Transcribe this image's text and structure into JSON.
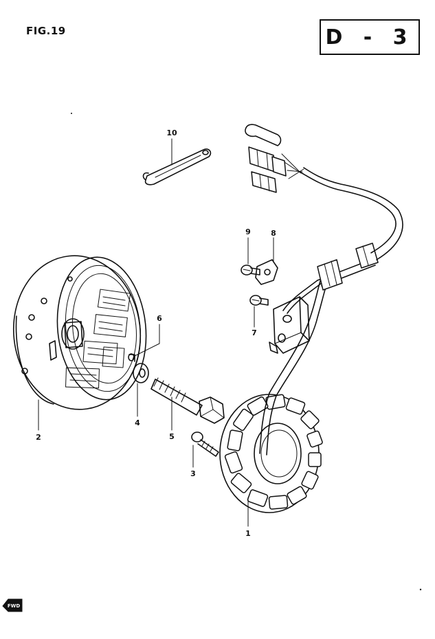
{
  "figure": {
    "title": "FIG.19",
    "section": "D - 3"
  },
  "callouts": {
    "p1": "1",
    "p2": "2",
    "p3": "3",
    "p4": "4",
    "p5": "5",
    "p6": "6",
    "p7": "7",
    "p8": "8",
    "p9": "9",
    "p10": "10"
  },
  "direction": {
    "label": "FWD"
  }
}
